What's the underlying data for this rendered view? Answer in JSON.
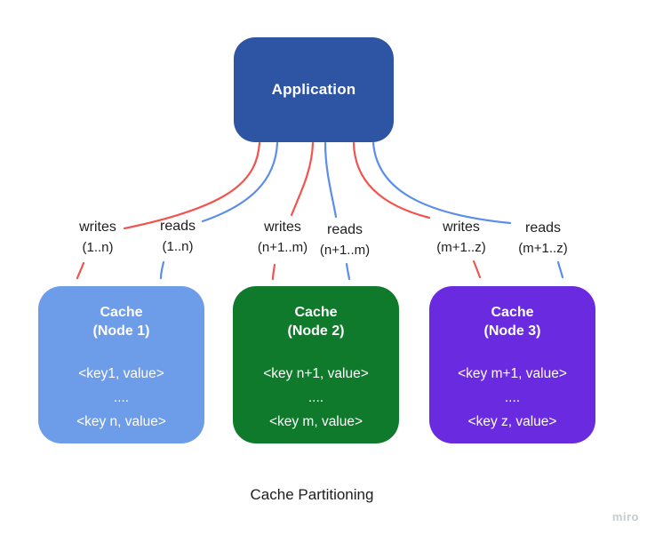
{
  "title": "Cache Partitioning",
  "watermark": "miro",
  "application": {
    "label": "Application",
    "color": "#2d55a4"
  },
  "flows": [
    {
      "writes_label": "writes",
      "writes_range": "(1..n)",
      "reads_label": "reads",
      "reads_range": "(1..n)"
    },
    {
      "writes_label": "writes",
      "writes_range": "(n+1..m)",
      "reads_label": "reads",
      "reads_range": "(n+1..m)"
    },
    {
      "writes_label": "writes",
      "writes_range": "(m+1..z)",
      "reads_label": "reads",
      "reads_range": "(m+1..z)"
    }
  ],
  "nodes": [
    {
      "title_line1": "Cache",
      "title_line2": "(Node 1)",
      "entries": [
        "<key1, value>",
        "....",
        "<key n, value>"
      ],
      "color": "#6d9ce9"
    },
    {
      "title_line1": "Cache",
      "title_line2": "(Node 2)",
      "entries": [
        "<key n+1, value>",
        "....",
        "<key m, value>"
      ],
      "color": "#0f7a2b"
    },
    {
      "title_line1": "Cache",
      "title_line2": "(Node 3)",
      "entries": [
        "<key m+1, value>",
        "....",
        "<key z, value>"
      ],
      "color": "#6a2be0"
    }
  ],
  "edge_colors": {
    "writes": "#f0544f",
    "reads": "#5b8de9"
  }
}
